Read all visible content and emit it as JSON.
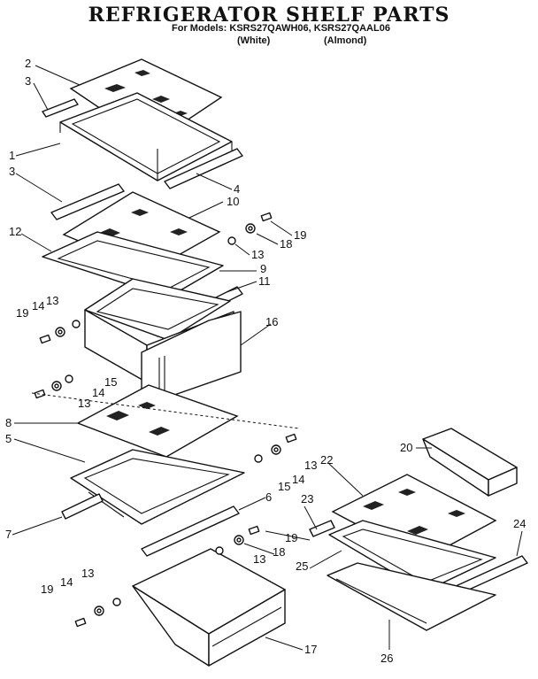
{
  "header": {
    "title": "REFRIGERATOR SHELF PARTS",
    "models": "For Models: KSRS27QAWH06, KSRS27QAAL06",
    "variant_white": "(White)",
    "variant_almond": "(Almond)"
  },
  "callouts": {
    "c1": "1",
    "c2": "2",
    "c3a": "3",
    "c3b": "3",
    "c4": "4",
    "c5": "5",
    "c6": "6",
    "c7": "7",
    "c8": "8",
    "c9": "9",
    "c10": "10",
    "c11": "11",
    "c12": "12",
    "c13a": "13",
    "c13b": "13",
    "c13c": "13",
    "c13d": "13",
    "c13e": "13",
    "c13f": "13",
    "c14a": "14",
    "c14b": "14",
    "c14c": "14",
    "c14d": "14",
    "c15a": "15",
    "c15b": "15",
    "c16": "16",
    "c17": "17",
    "c18a": "18",
    "c18b": "18",
    "c19a": "19",
    "c19b": "19",
    "c19c": "19",
    "c19d": "19",
    "c20": "20",
    "c22": "22",
    "c23": "23",
    "c24": "24",
    "c25": "25",
    "c26": "26"
  },
  "colors": {
    "ink": "#111111",
    "paper": "#ffffff"
  }
}
